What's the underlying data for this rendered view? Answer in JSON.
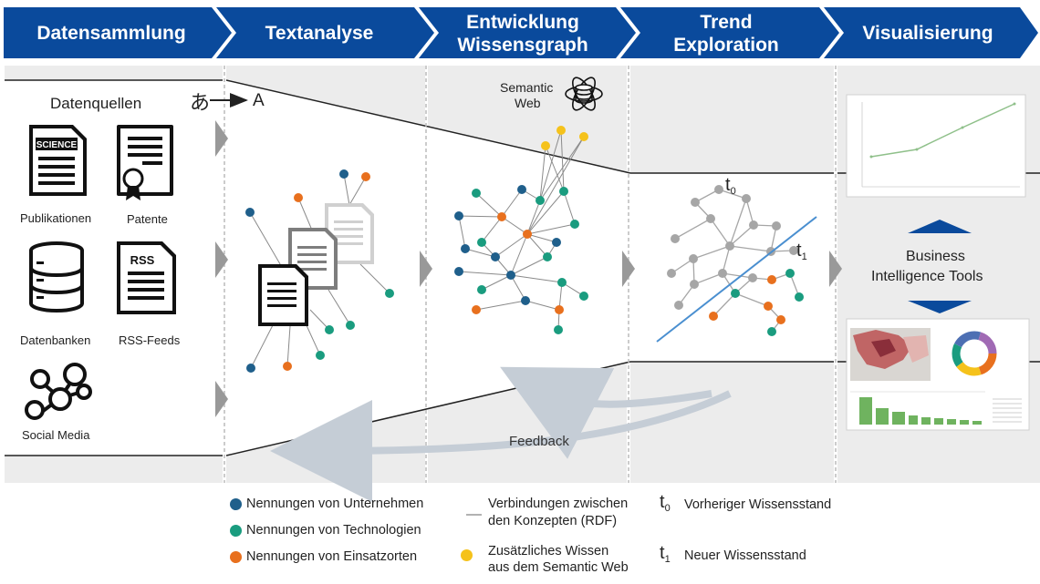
{
  "steps": [
    {
      "label": "Datensammlung"
    },
    {
      "label": "Textanalyse"
    },
    {
      "label": "Entwicklung Wissensgraph"
    },
    {
      "label": "Trend Exploration"
    },
    {
      "label": "Visualisierung"
    }
  ],
  "sources": {
    "title": "Datenquellen",
    "publikationen": "Publikationen",
    "science_text": "SCIENCE",
    "patente": "Patente",
    "datenbanken": "Datenbanken",
    "rss_text": "RSS",
    "rss_feeds": "RSS-Feeds",
    "social_media": "Social Media"
  },
  "text_analysis": {
    "source_char": "あ",
    "target_char": "A"
  },
  "semantic_web": {
    "line1": "Semantic",
    "line2": "Web"
  },
  "trend": {
    "t0": "t",
    "t0_sub": "0",
    "t1": "t",
    "t1_sub": "1"
  },
  "feedback": "Feedback",
  "bi_tools": {
    "line1": "Business",
    "line2": "Intelligence Tools"
  },
  "legend": {
    "companies": "Nennungen von Unternehmen",
    "technologies": "Nennungen von Technologien",
    "places": "Nennungen von Einsatzorten",
    "connections_line1": "Verbindungen zwischen",
    "connections_line2": "den Konzepten (RDF)",
    "semantic_line1": "Zusätzliches Wissen",
    "semantic_line2": "aus dem Semantic Web",
    "t0_sym": "t",
    "t0_sub": "0",
    "t0_label": "Vorheriger Wissensstand",
    "t1_sym": "t",
    "t1_sub": "1",
    "t1_label": "Neuer Wissensstand"
  },
  "colors": {
    "header_blue": "#0a4a9c",
    "company": "#1f5f8b",
    "technology": "#1a9c7f",
    "place": "#e8701e",
    "semantic": "#f5c21b",
    "trend_node": "#a6a6a6",
    "trend_line": "#4a8fd0",
    "panel": "#ececec"
  }
}
